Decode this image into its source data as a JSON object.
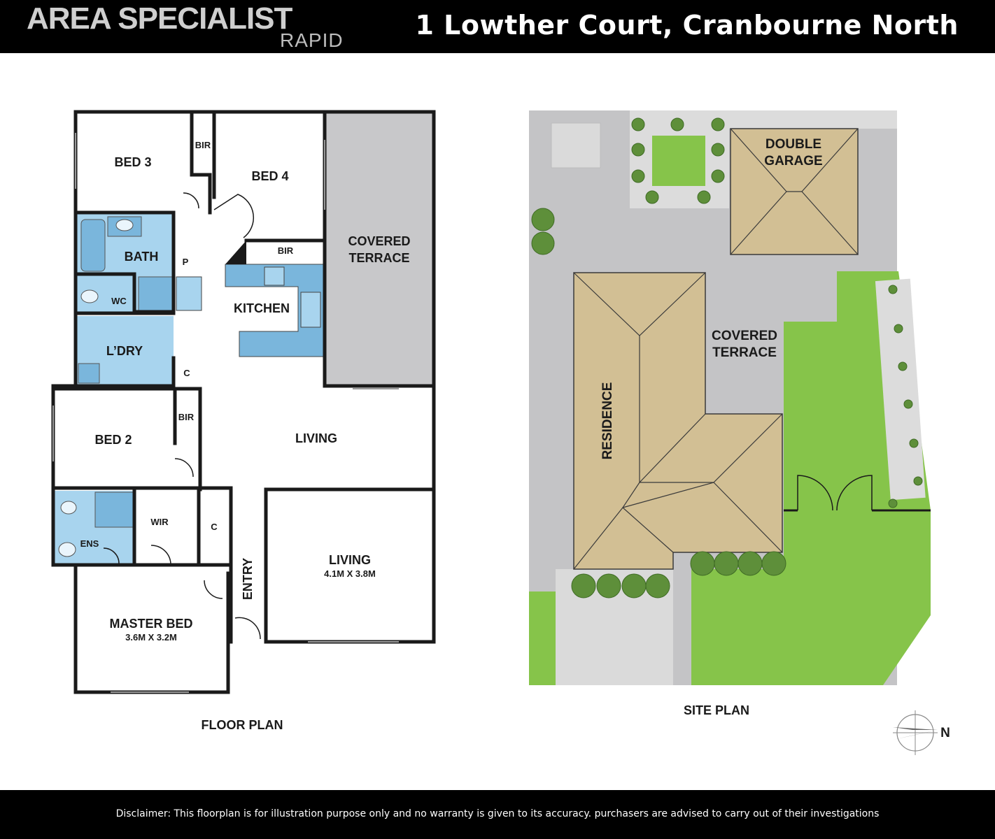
{
  "header": {
    "brand": "AREA SPECIALIST",
    "brand_sub": "RAPID",
    "address": "1 Lowther Court, Cranbourne North"
  },
  "floor_plan": {
    "caption": "FLOOR PLAN",
    "rooms": {
      "bed3": "BED 3",
      "bir1": "BIR",
      "bed4": "BED 4",
      "bir2": "BIR",
      "bath": "BATH",
      "pantry": "P",
      "wc": "WC",
      "kitchen": "KITCHEN",
      "laundry": "L’DRY",
      "cupboard1": "C",
      "covered_terrace_1": "COVERED",
      "covered_terrace_2": "TERRACE",
      "bed2": "BED 2",
      "bir3": "BIR",
      "living_upper": "LIVING",
      "ens": "ENS",
      "wir": "WIR",
      "cupboard2": "C",
      "entry": "ENTRY",
      "living_lower": "LIVING",
      "living_lower_dims": "4.1M X 3.8M",
      "master_bed": "MASTER BED",
      "master_bed_dims": "3.6M X 3.2M"
    }
  },
  "site_plan": {
    "caption": "SITE PLAN",
    "double_garage_1": "DOUBLE",
    "double_garage_2": "GARAGE",
    "covered_terrace_1": "COVERED",
    "covered_terrace_2": "TERRACE",
    "residence": "RESIDENCE",
    "north": "N"
  },
  "footer": {
    "disclaimer": "Disclaimer: This floorplan is for illustration purpose only and no warranty is given to its accuracy. purchasers are advised to carry out of their investigations"
  },
  "colors": {
    "wet_area": "#a8d4ee",
    "bench": "#7ab6dc",
    "terrace_grey": "#c8c8ca",
    "lawn": "#86c44a",
    "roof": "#d2bf94",
    "paving": "#d9d9d9",
    "wall": "#1a1a1a"
  }
}
